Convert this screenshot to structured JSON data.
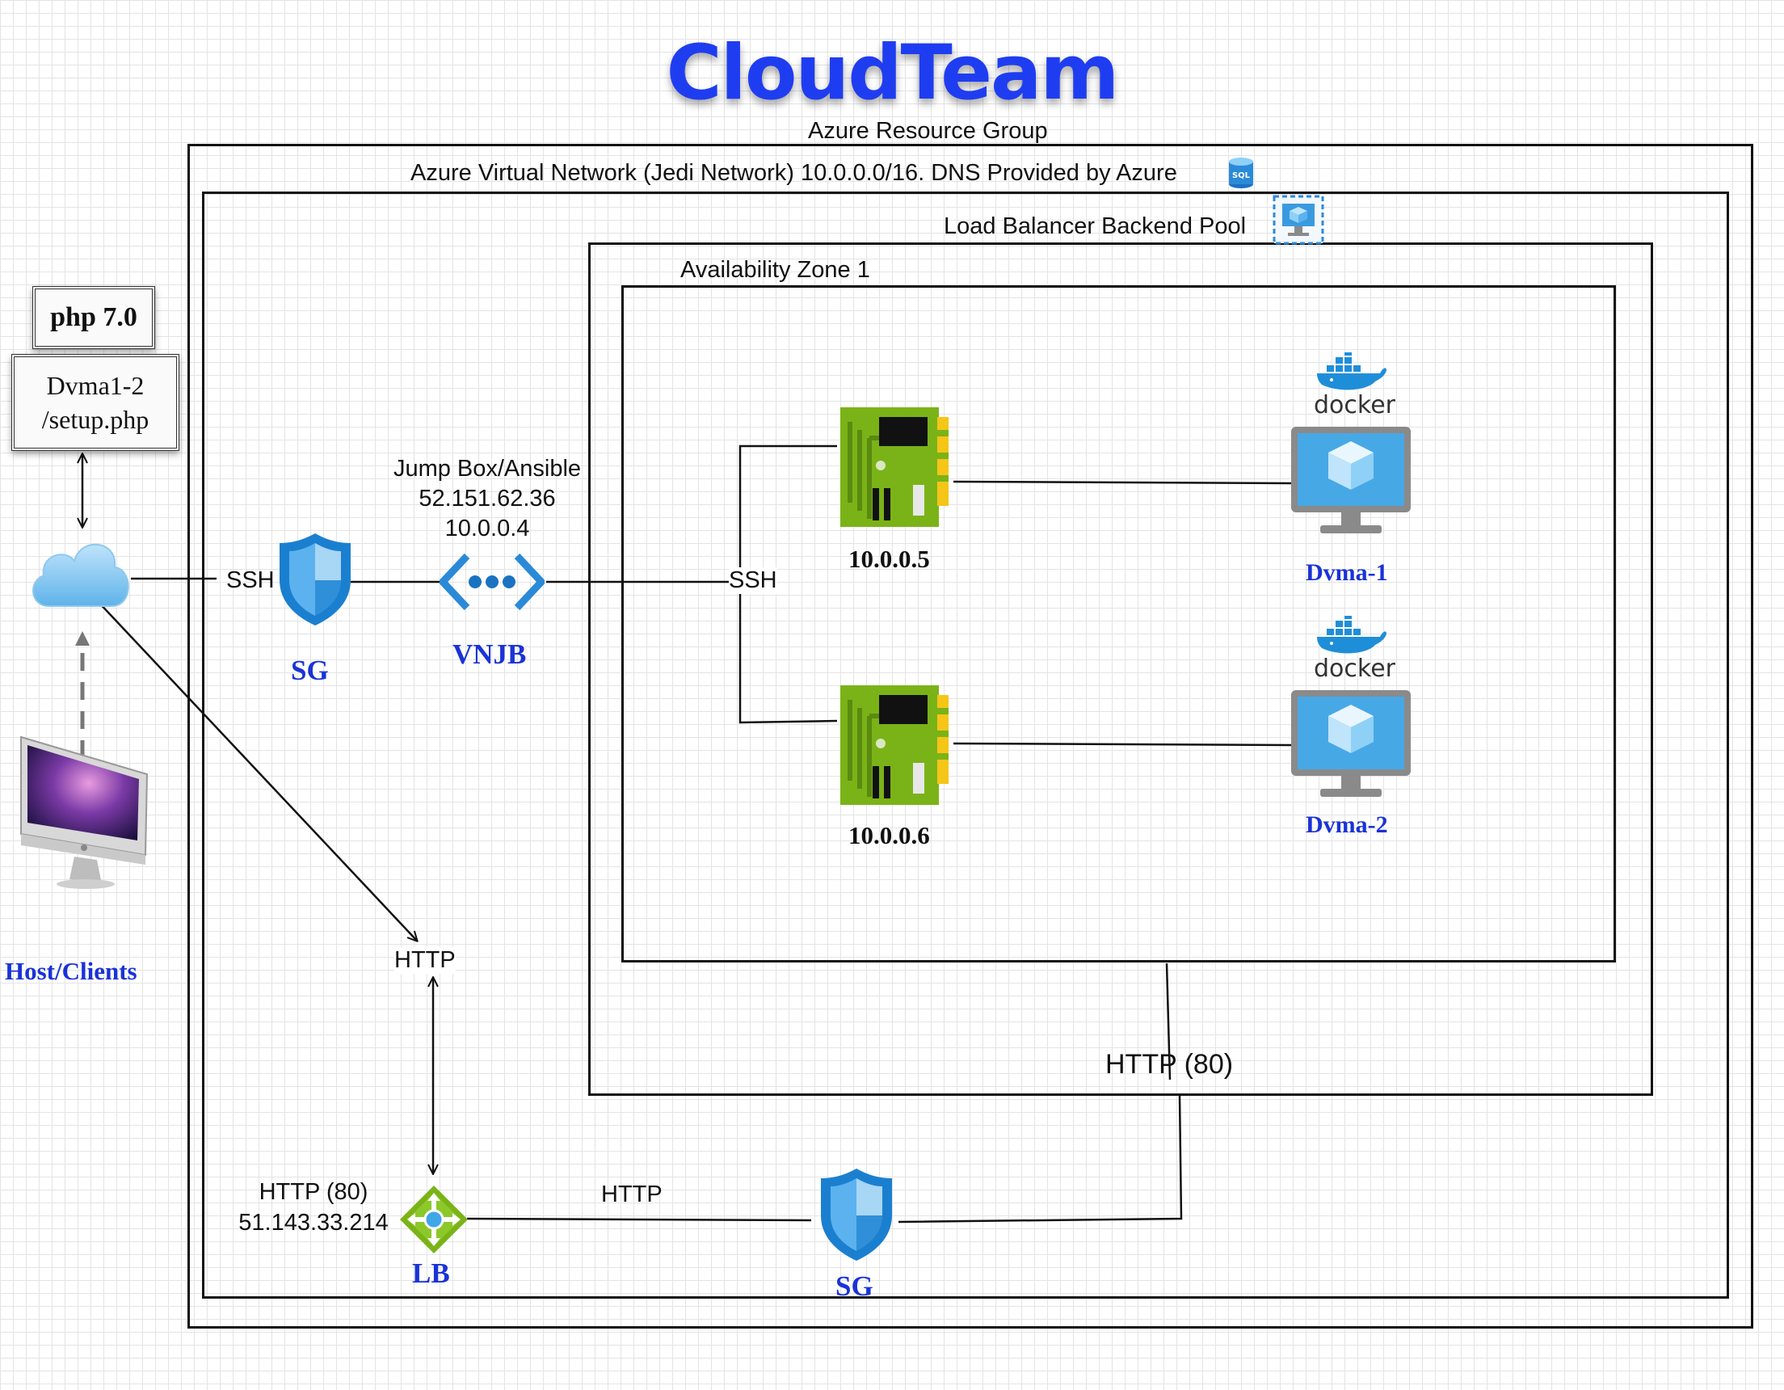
{
  "title": "CloudTeam",
  "containers": {
    "resource_group": "Azure Resource Group",
    "vnet": "Azure Virtual Network (Jedi Network) 10.0.0.0/16.  DNS Provided by Azure",
    "backend_pool": "Load Balancer Backend Pool",
    "availability_zone": "Availability Zone 1"
  },
  "left_panel": {
    "php_label": "php 7.0",
    "setup_line1": "Dvma1-2",
    "setup_line2": "/setup.php",
    "host_label": "Host/Clients"
  },
  "jumpbox": {
    "name": "Jump Box/Ansible",
    "public_ip": "52.151.62.36",
    "private_ip": "10.0.0.4",
    "label": "VNJB"
  },
  "security_groups": {
    "top_label": "SG",
    "bottom_label": "SG"
  },
  "connections": {
    "ssh_left": "SSH",
    "ssh_right": "SSH",
    "http_mid": "HTTP",
    "http_lb_to_sg": "HTTP",
    "http_pool": "HTTP (80)"
  },
  "load_balancer": {
    "label": "LB",
    "protocol": "HTTP (80)",
    "ip": "51.143.33.214"
  },
  "vms": [
    {
      "ip": "10.0.0.5",
      "name": "Dvma-1",
      "container": "docker"
    },
    {
      "ip": "10.0.0.6",
      "name": "Dvma-2",
      "container": "docker"
    }
  ],
  "icons": {
    "sql": "SQL"
  },
  "colors": {
    "title": "#1f3df0",
    "labels_blue": "#1a33d6",
    "nic_green": "#7ab317",
    "azure_blue": "#1b7fd0"
  }
}
